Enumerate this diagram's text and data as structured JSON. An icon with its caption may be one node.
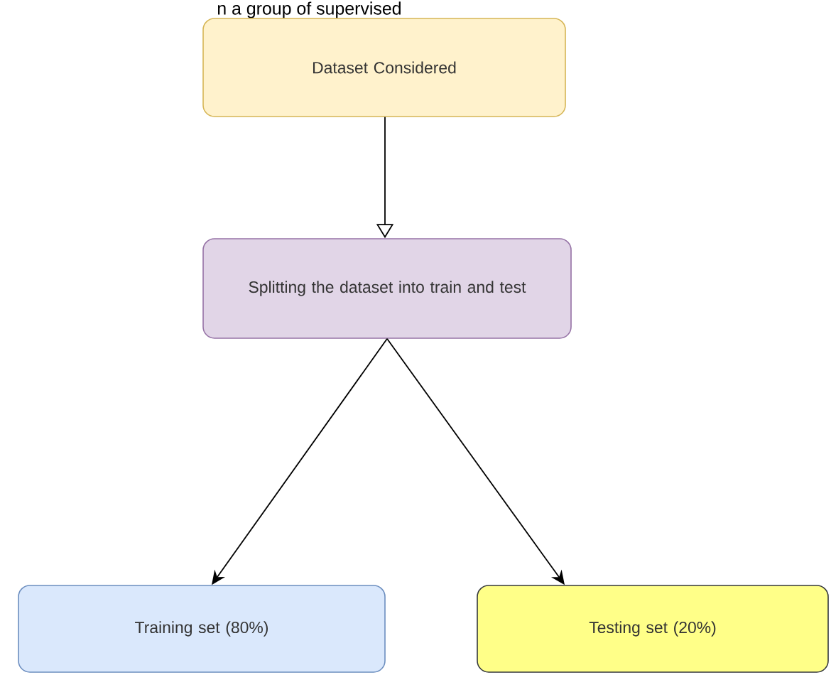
{
  "diagram": {
    "nodes": [
      {
        "text": [
          "Dataset Considered"
        ]
      },
      {
        "text": [
          "Splitting the dataset into train and test"
        ]
      },
      {
        "text": [
          "Training set (80%)"
        ]
      },
      {
        "text": [
          "Testing set (20%)"
        ]
      }
    ],
    "edges": [
      {
        "from": 0,
        "to": 1,
        "arrow": "to"
      },
      {
        "from": 1,
        "to": 2,
        "arrow": "to"
      },
      {
        "from": 1,
        "to": 3,
        "arrow": "to"
      }
    ],
    "labels": [
      "n a group of supervised"
    ]
  }
}
